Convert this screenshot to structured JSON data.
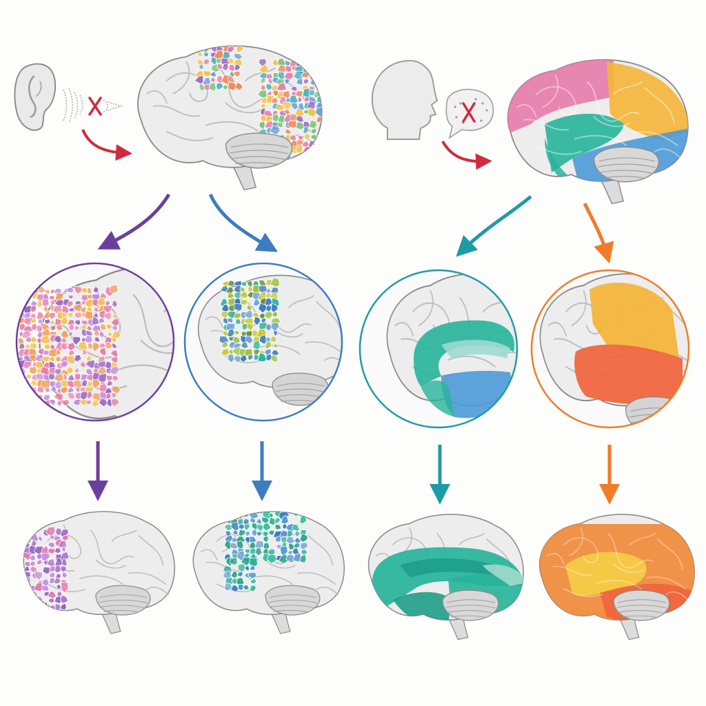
{
  "colors": {
    "background": "#fdfdfc",
    "brain_fill": "#ededed",
    "brain_stroke": "#8c8c8c",
    "cortex_fold": "#bdbdbd",
    "blocked_x": "#d22a3c",
    "input_arrow": "#d22a3c",
    "purple": "#6b3fa0",
    "blue": "#3d7cc1",
    "teal": "#1f9ba6",
    "orange": "#f07c28",
    "pink": "#e57aa8",
    "yellow": "#f4b63c",
    "green": "#27b49a",
    "sky": "#4d9ad8",
    "red_orange": "#f0643c"
  },
  "icons": {
    "hearing": "ear-icon",
    "sound": "sound-wave-icon",
    "speaker": "head-profile-icon",
    "speech": "speech-bubble-icon",
    "blocked": "cross-mark-icon"
  },
  "branches": [
    {
      "id": "left-a",
      "color": "purple",
      "pattern": "mosaic",
      "region": "occipital"
    },
    {
      "id": "left-b",
      "color": "blue",
      "pattern": "mosaic",
      "region": "parietal-strip"
    },
    {
      "id": "right-a",
      "color": "teal",
      "pattern": "solid",
      "region": "limbic-temporal"
    },
    {
      "id": "right-b",
      "color": "orange",
      "pattern": "solid",
      "region": "parietal-temporal"
    }
  ]
}
